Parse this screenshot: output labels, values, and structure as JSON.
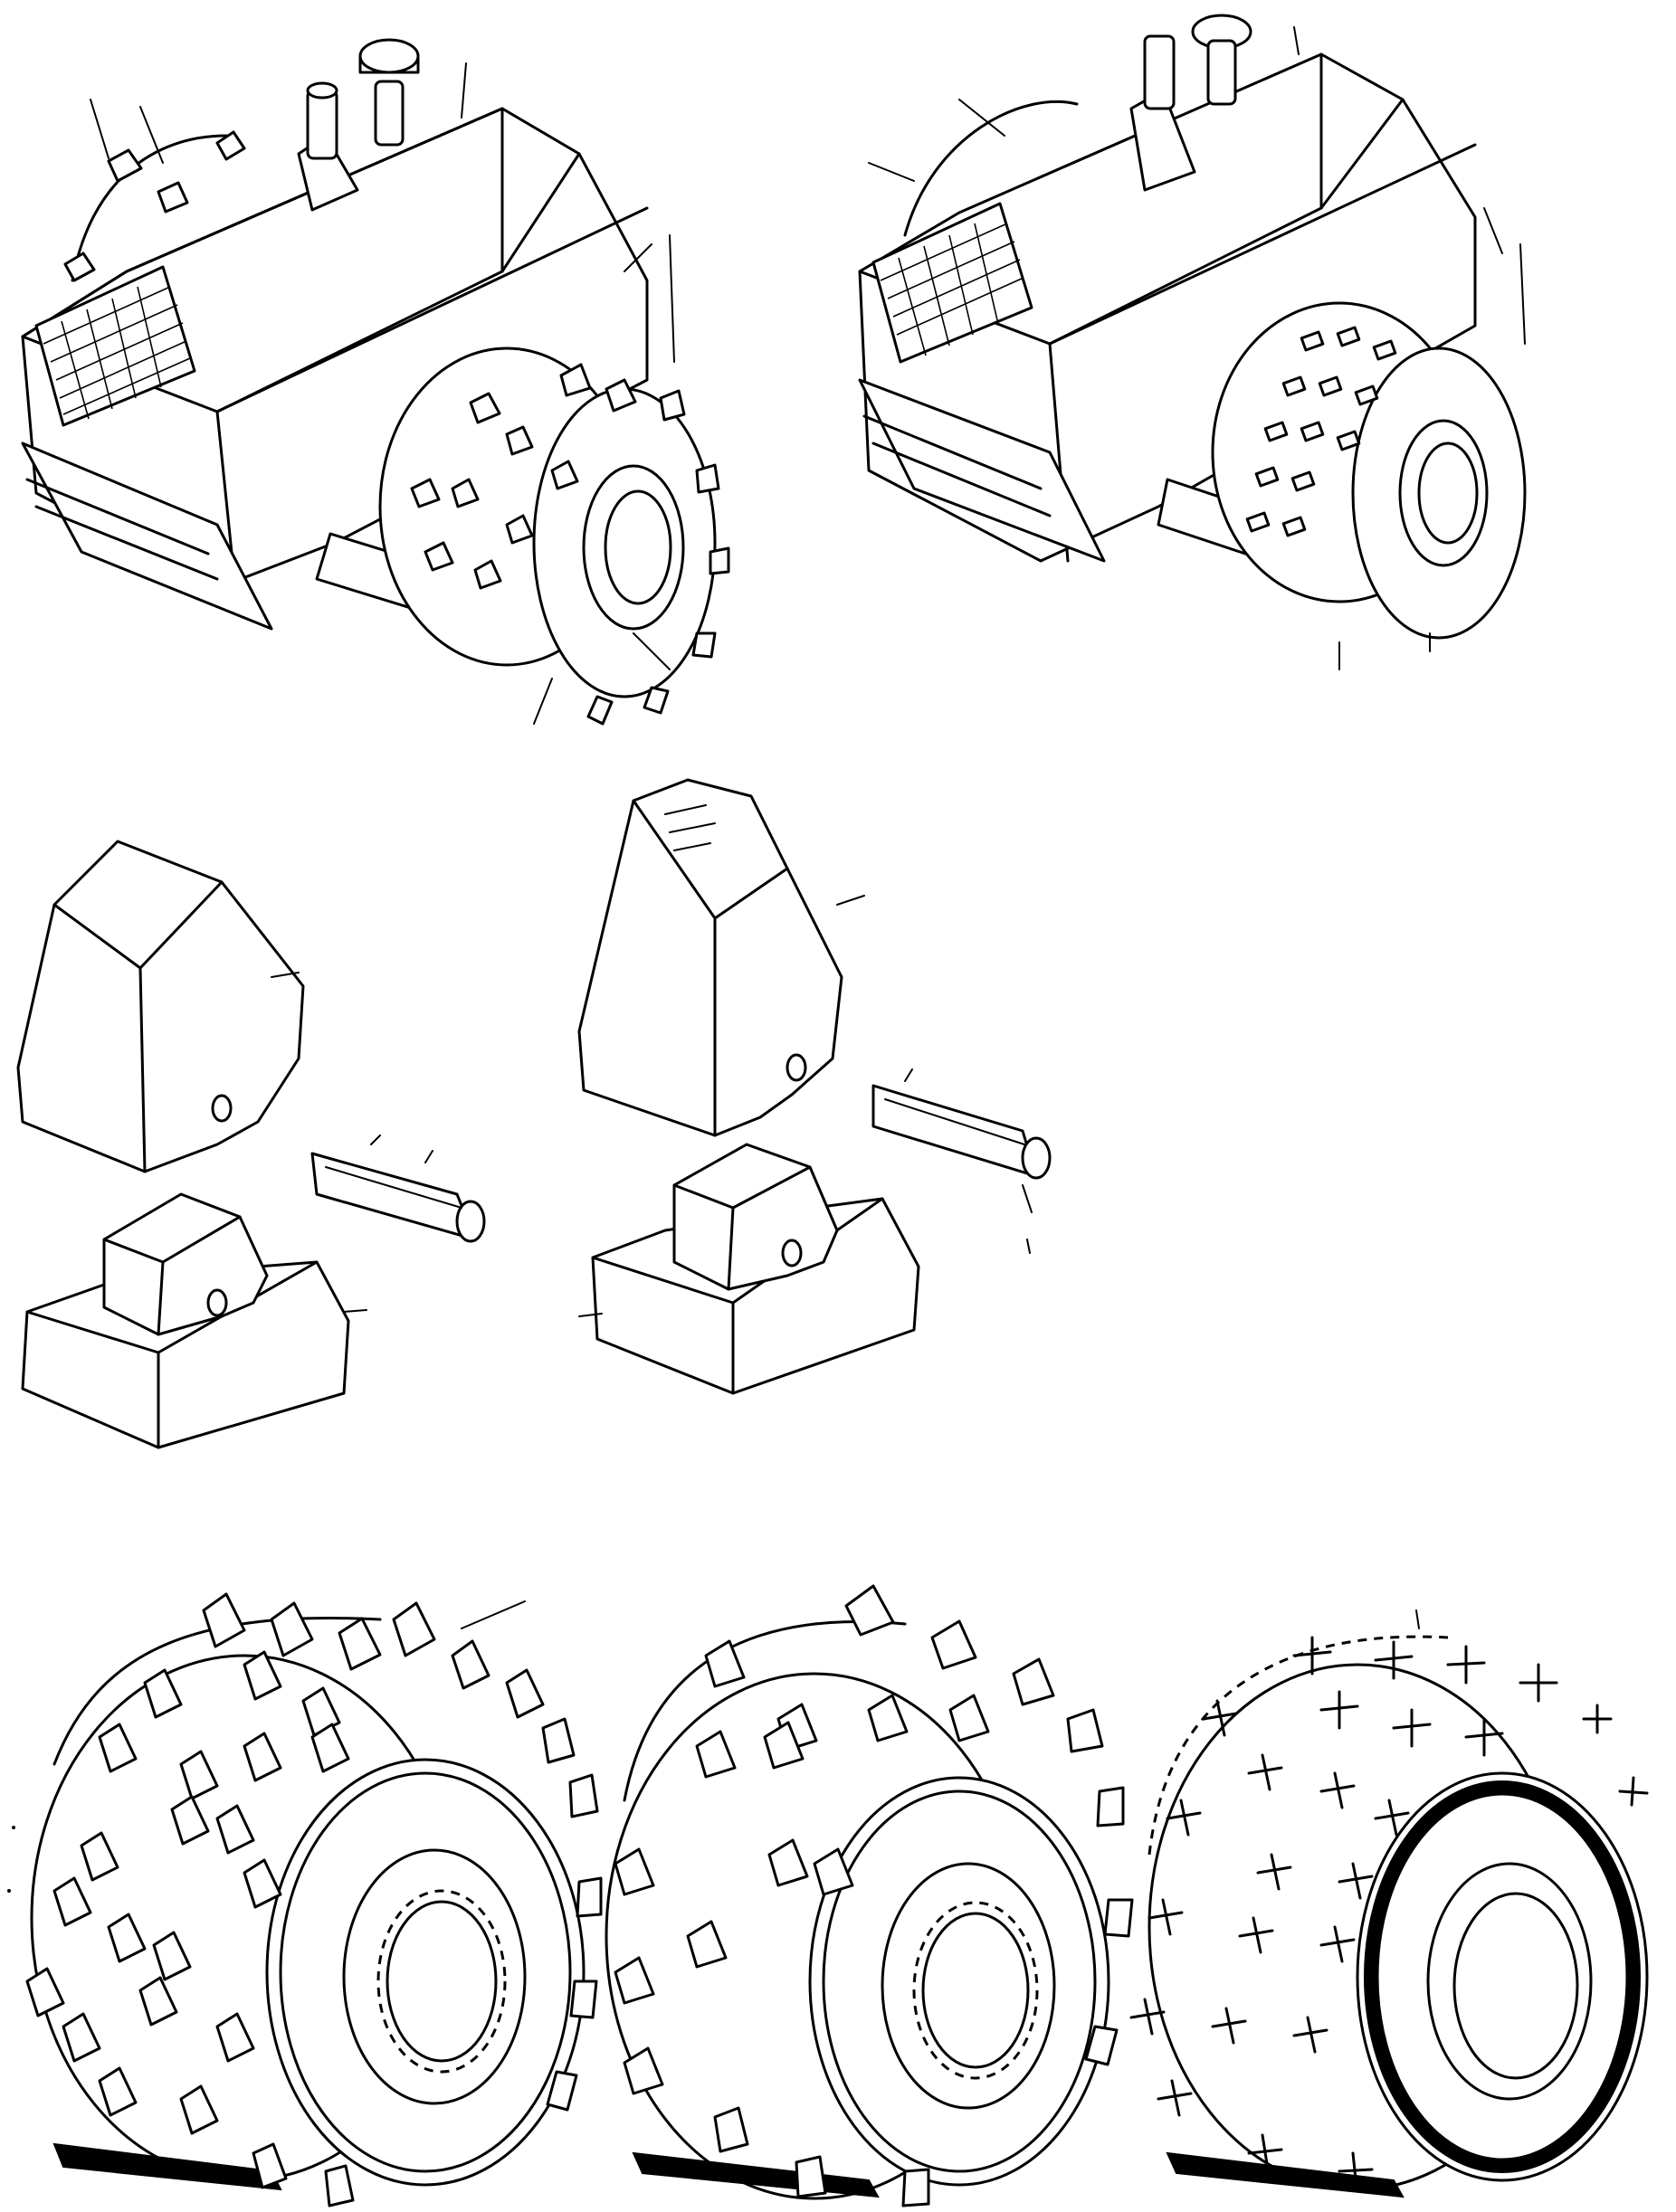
{
  "figure": {
    "views": [
      {
        "id": "compactor-padfoot",
        "drum": "padfoot"
      },
      {
        "id": "compactor-segment",
        "drum": "segment"
      },
      {
        "id": "tooth-standard"
      },
      {
        "id": "tooth-long"
      },
      {
        "id": "roll-pin-a"
      },
      {
        "id": "roll-pin-b"
      },
      {
        "id": "holder-standard"
      },
      {
        "id": "holder-long"
      },
      {
        "id": "drum-long-teeth"
      },
      {
        "id": "drum-standard-teeth"
      },
      {
        "id": "drum-cross-pads"
      }
    ]
  },
  "colors": {
    "ink": "#000000",
    "paper": "#ffffff"
  }
}
